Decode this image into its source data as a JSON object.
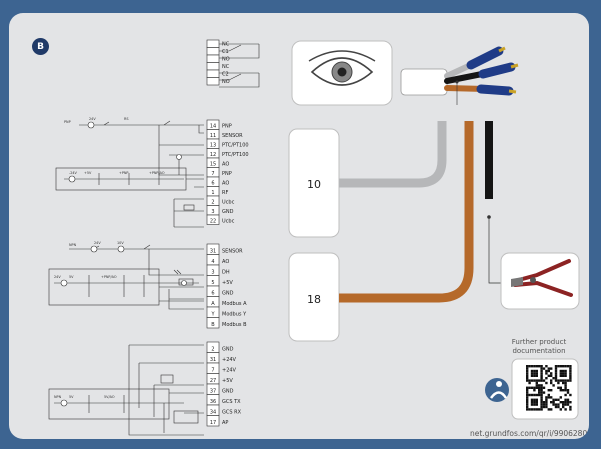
{
  "badge": "B",
  "relay_terminals": [
    {
      "num": "",
      "label": "NC"
    },
    {
      "num": "",
      "label": "C1"
    },
    {
      "num": "",
      "label": "NO"
    },
    {
      "num": "",
      "label": "NC"
    },
    {
      "num": "",
      "label": "C2"
    },
    {
      "num": "",
      "label": "NO"
    }
  ],
  "block1_terminals": [
    {
      "num": "14",
      "label": "PNP"
    },
    {
      "num": "11",
      "label": "SENSOR"
    },
    {
      "num": "13",
      "label": "PTC/PT100"
    },
    {
      "num": "12",
      "label": "PTC/PT100"
    },
    {
      "num": "15",
      "label": "AO"
    },
    {
      "num": "7",
      "label": "PNP"
    },
    {
      "num": "6",
      "label": "AO"
    },
    {
      "num": "1",
      "label": "RF"
    },
    {
      "num": "2",
      "label": "Ucbc"
    },
    {
      "num": "3",
      "label": "GND"
    },
    {
      "num": "22",
      "label": "Ucbc"
    }
  ],
  "block2_terminals": [
    {
      "num": "31",
      "label": "SENSOR"
    },
    {
      "num": "4",
      "label": "AO"
    },
    {
      "num": "3",
      "label": "DH"
    },
    {
      "num": "5",
      "label": "+5V"
    },
    {
      "num": "6",
      "label": "GND"
    },
    {
      "num": "A",
      "label": "Modbus A"
    },
    {
      "num": "Y",
      "label": "Modbus Y"
    },
    {
      "num": "B",
      "label": "Modbus B"
    }
  ],
  "block3_terminals": [
    {
      "num": "2",
      "label": "GND"
    },
    {
      "num": "31",
      "label": "+24V"
    },
    {
      "num": "7",
      "label": "+24V"
    },
    {
      "num": "27",
      "label": "+5V"
    },
    {
      "num": "37",
      "label": "GND"
    },
    {
      "num": "36",
      "label": "GCS TX"
    },
    {
      "num": "34",
      "label": "GCS RX"
    },
    {
      "num": "17",
      "label": "AP"
    }
  ],
  "circuit_labels": {
    "pnp_a": "PNP",
    "pnp_b": "NPN",
    "v24_a": "24V",
    "v24_b": "24V",
    "v10": "10V",
    "d1": "-24V",
    "d2": "+5V",
    "d3": "+PNP",
    "d4": "+PNP/AO",
    "d5": "24V",
    "d6": "+PNP/AO",
    "k1": "5V",
    "k2": "NPN",
    "k3": "5V/AO",
    "rs": "RS"
  },
  "strip_lengths": {
    "grey": "10",
    "brown": "18"
  },
  "doc_text": {
    "line1": "Further product",
    "line2": "documentation"
  },
  "url": "net.grundfos.com/qr/i/99062802",
  "colors": {
    "background": "#3d6491",
    "card": "#e3e4e6",
    "grey_wire": "#b6b7b9",
    "brown_wire": "#b5692a",
    "black_wire": "#151515",
    "crimp_blue": "#1f3b87",
    "cutter_handle": "#8c2323"
  },
  "icons": [
    "eye-icon",
    "wire-cutter-icon",
    "cable-ferrules-icon",
    "qr-code-icon",
    "info-person-icon"
  ]
}
